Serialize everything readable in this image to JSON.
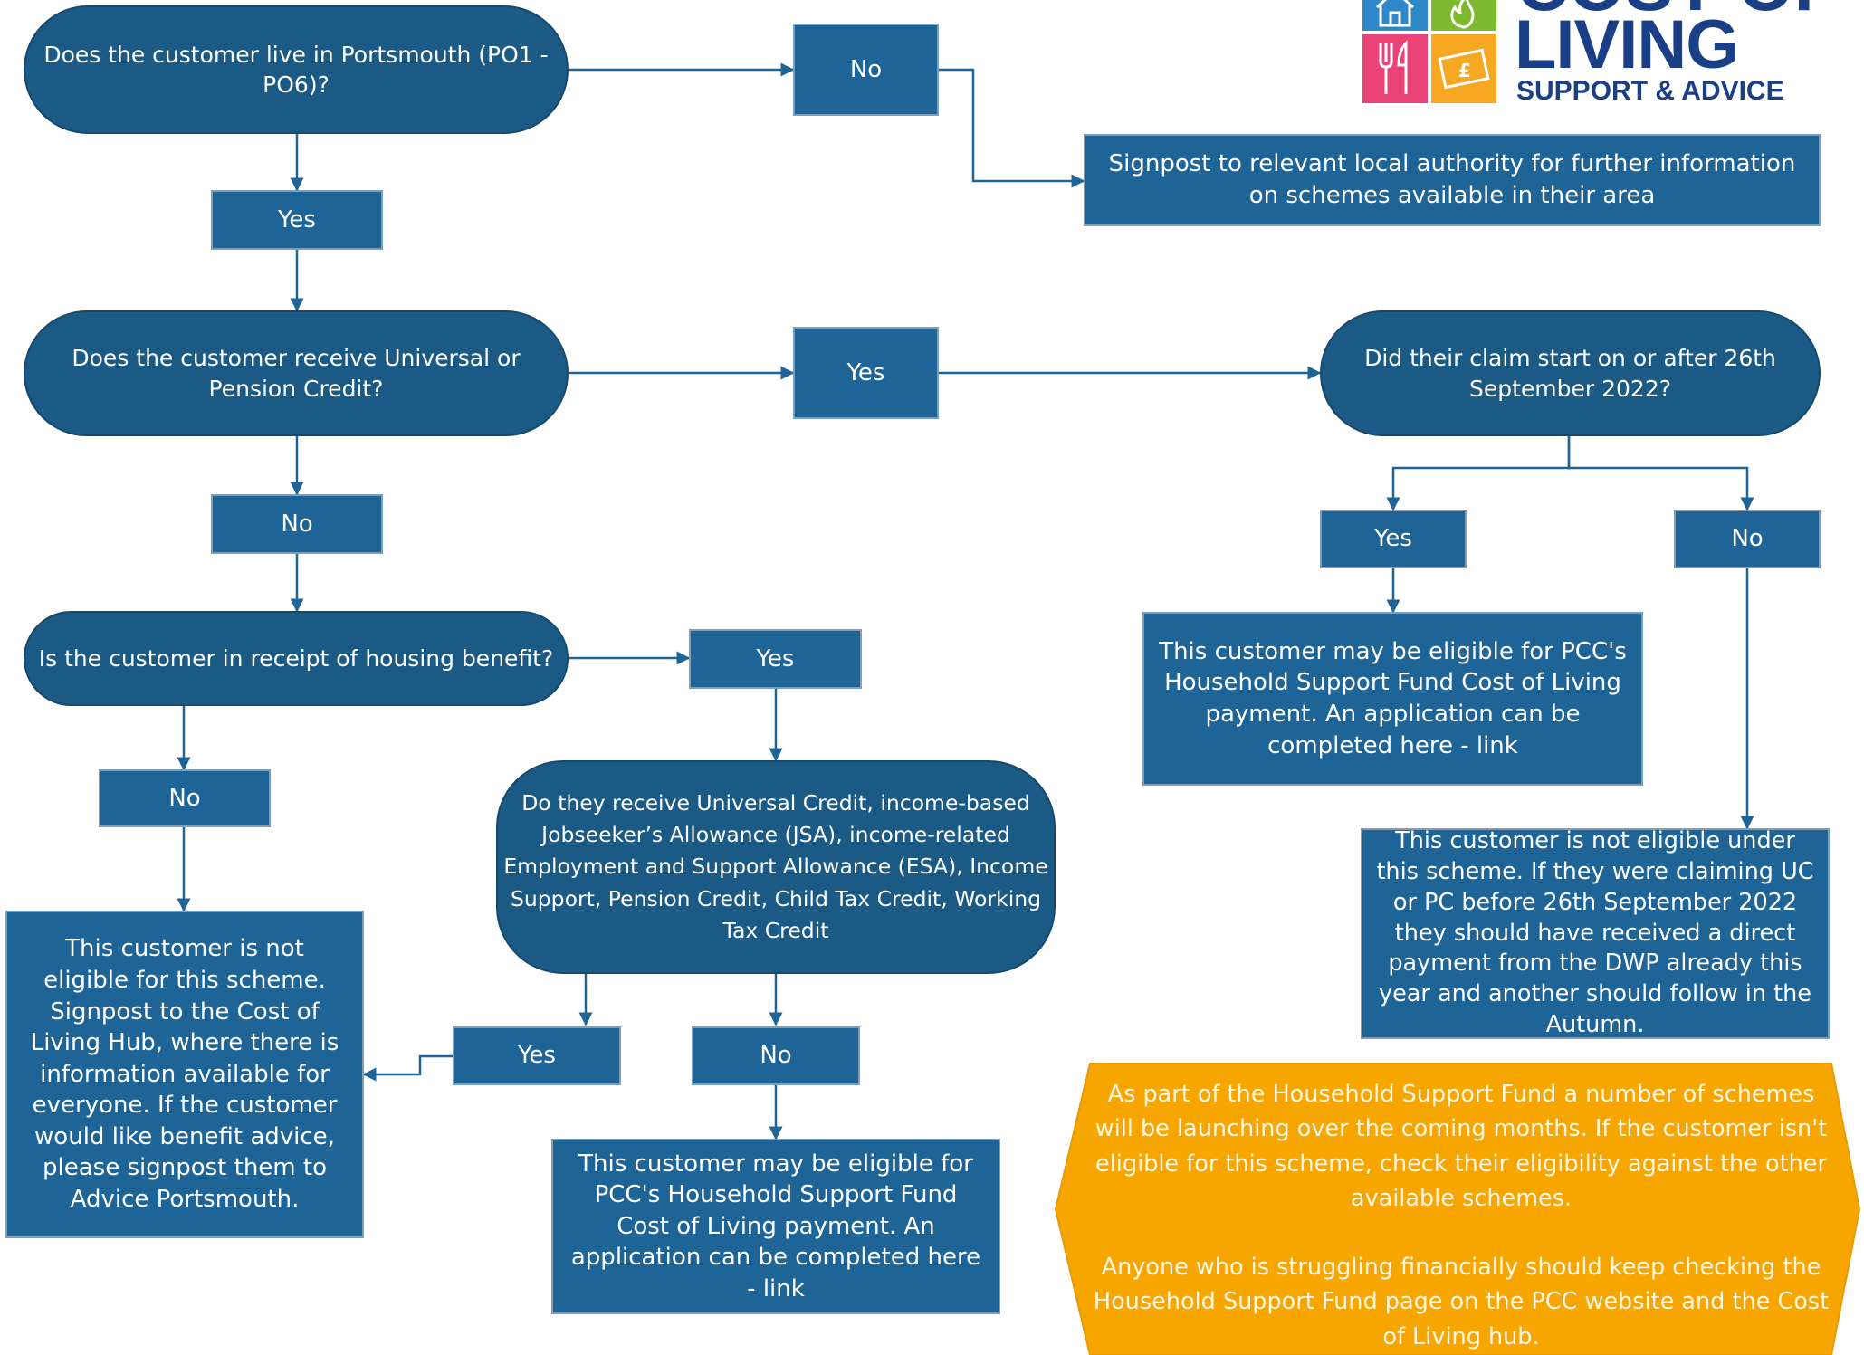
{
  "logo": {
    "line1": "COST OF",
    "line2": "LIVING",
    "line3": "SUPPORT & ADVICE",
    "icons": [
      "house-icon",
      "flame-icon",
      "cutlery-icon",
      "banknote-icon"
    ],
    "tile_colors": [
      "#2e88c8",
      "#7dba2f",
      "#e9437a",
      "#f7a823"
    ],
    "text_color": "#1a3f86"
  },
  "colors": {
    "question_fill": "#1b5a84",
    "box_fill": "#1f6496",
    "connector": "#1f6496",
    "note_fill": "#f7a600"
  },
  "q1": {
    "text": "Does the customer live in Portsmouth (PO1 - PO6)?",
    "yes": "Yes",
    "no": "No"
  },
  "q1_no_result": "Signpost to relevant local authority for further information on schemes available in their area",
  "q2": {
    "text": "Does the customer receive Universal or Pension Credit?",
    "yes": "Yes",
    "no": "No"
  },
  "q3": {
    "text": "Did their claim start on or after 26th September 2022?",
    "yes": "Yes",
    "no": "No"
  },
  "q3_yes_result": "This customer may be eligible for PCC's Household Support Fund Cost of Living payment. An application can be completed here - link",
  "q3_no_result": "This customer is not eligible under this scheme. If they were claiming UC or PC before 26th September 2022 they should have received a direct payment from the DWP already this year and another should follow in the Autumn.",
  "q4": {
    "text": "Is the customer in receipt of housing benefit?",
    "yes": "Yes",
    "no": "No"
  },
  "q4_no_result": "This customer is not eligible for this scheme. Signpost to the Cost of Living Hub, where there is information available for everyone. If the customer would like benefit advice, please signpost them to Advice Portsmouth.",
  "q5": {
    "text": "Do they receive Universal Credit, income-based Jobseeker’s Allowance (JSA), income-related Employment and Support Allowance (ESA), Income Support, Pension Credit, Child Tax Credit, Working Tax Credit",
    "yes": "Yes",
    "no": "No"
  },
  "q5_no_result": "This customer may be eligible for PCC's Household Support Fund Cost of Living payment. An application can be completed here - link",
  "note": {
    "para1": "As part of the Household Support Fund a number of schemes will be launching over the coming months. If the customer isn't eligible for this scheme, check their eligibility against the other available schemes.",
    "para2": "Anyone who is struggling financially should keep checking the Household Support Fund page on the PCC website and the Cost of Living hub."
  }
}
